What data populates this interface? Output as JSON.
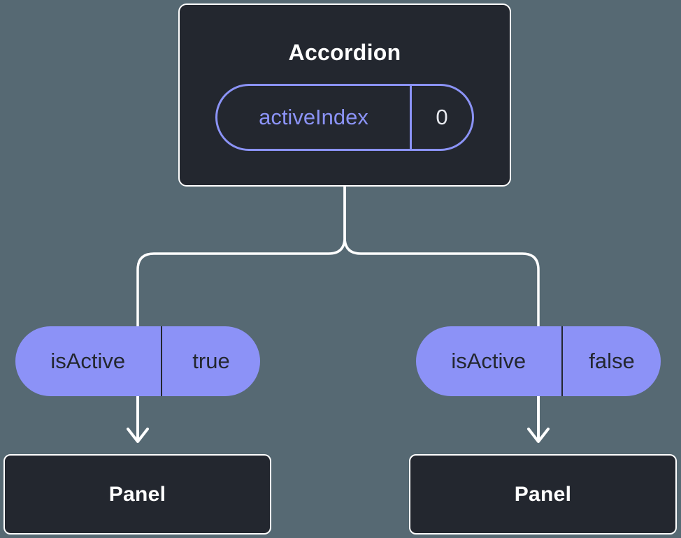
{
  "colors": {
    "background": "#566973",
    "box_fill": "#23272f",
    "box_border": "#ffffff",
    "accent": "#8b93f6",
    "value_light": "#e7e9ef",
    "pill_fill": "#8c92f7",
    "pill_text": "#23272f",
    "connector": "#ffffff"
  },
  "root": {
    "title": "Accordion",
    "state": {
      "label": "activeIndex",
      "value": "0"
    }
  },
  "children": [
    {
      "prop": {
        "label": "isActive",
        "value": "true"
      },
      "title": "Panel"
    },
    {
      "prop": {
        "label": "isActive",
        "value": "false"
      },
      "title": "Panel"
    }
  ]
}
